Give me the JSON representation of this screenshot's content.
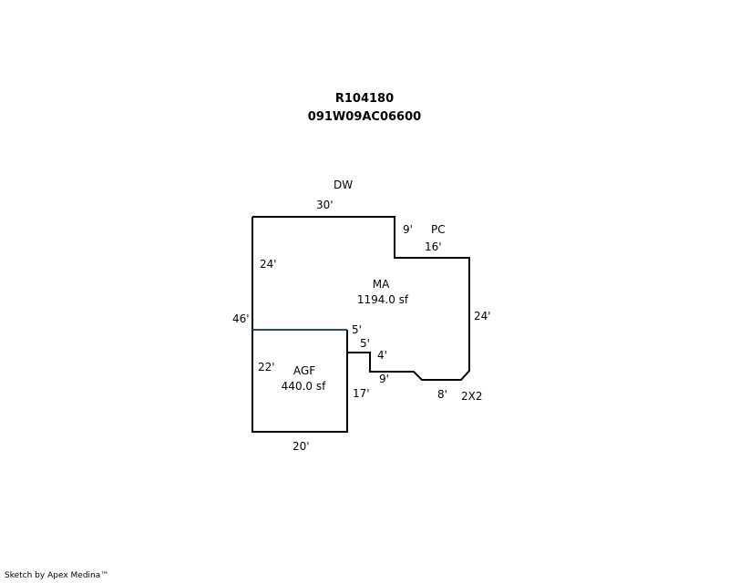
{
  "header": {
    "parcel_id": "R104180",
    "map_number": "091W09AC06600"
  },
  "sketch": {
    "areas": [
      {
        "code": "MA",
        "area": "1194.0 sf"
      },
      {
        "code": "AGF",
        "area": "440.0 sf"
      }
    ],
    "labels": {
      "dw": "DW",
      "pc": "PC",
      "x2": "2X2"
    },
    "dimensions": {
      "top": "30'",
      "step_down": "9'",
      "pc_top": "16'",
      "left_upper": "24'",
      "left_total": "46'",
      "right": "24'",
      "agf_top": "5'",
      "jog_top": "5'",
      "jog_down": "4'",
      "bottom_jog": "9'",
      "bottom_right": "8'",
      "agf_left": "22'",
      "agf_right": "17'",
      "agf_bottom": "20'"
    },
    "colors": {
      "outline": "#000000",
      "divider": "#1a4a8a"
    }
  },
  "footer": {
    "credit": "Sketch by Apex Medina™"
  }
}
